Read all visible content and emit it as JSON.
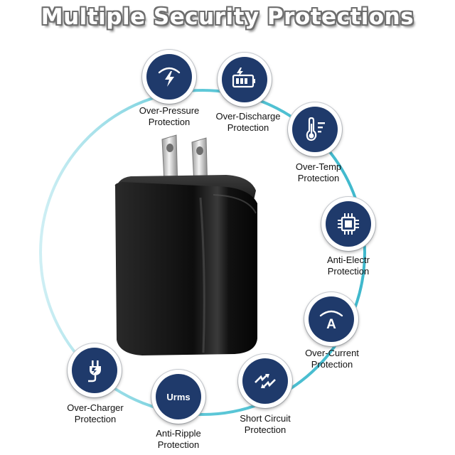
{
  "headline": "Multiple Security Protections",
  "colors": {
    "badge_navy": "#1f3a6b",
    "ring_cyan": "#5ec8d8",
    "charger_body": "#141414",
    "headline_outline": "#6e6e6e"
  },
  "protections": [
    {
      "icon": "lightning-gauge-icon",
      "line1": "Over-Pressure",
      "line2": "Protection"
    },
    {
      "icon": "battery-charge-icon",
      "line1": "Over-Discharge",
      "line2": "Protection"
    },
    {
      "icon": "thermometer-icon",
      "line1": "Over-Temp",
      "line2": "Protection"
    },
    {
      "icon": "chip-icon",
      "line1": "Anti-Electr",
      "line2": "Protection"
    },
    {
      "icon": "ampere-gauge-icon",
      "badge_text": "A",
      "line1": "Over-Current",
      "line2": "Protection"
    },
    {
      "icon": "short-circuit-icon",
      "line1": "Short Circuit",
      "line2": "Protection"
    },
    {
      "icon": "urms-icon",
      "badge_text": "Urms",
      "line1": "Anti-Ripple",
      "line2": "Protection"
    },
    {
      "icon": "plug-icon",
      "line1": "Over-Charger",
      "line2": "Protection"
    }
  ]
}
